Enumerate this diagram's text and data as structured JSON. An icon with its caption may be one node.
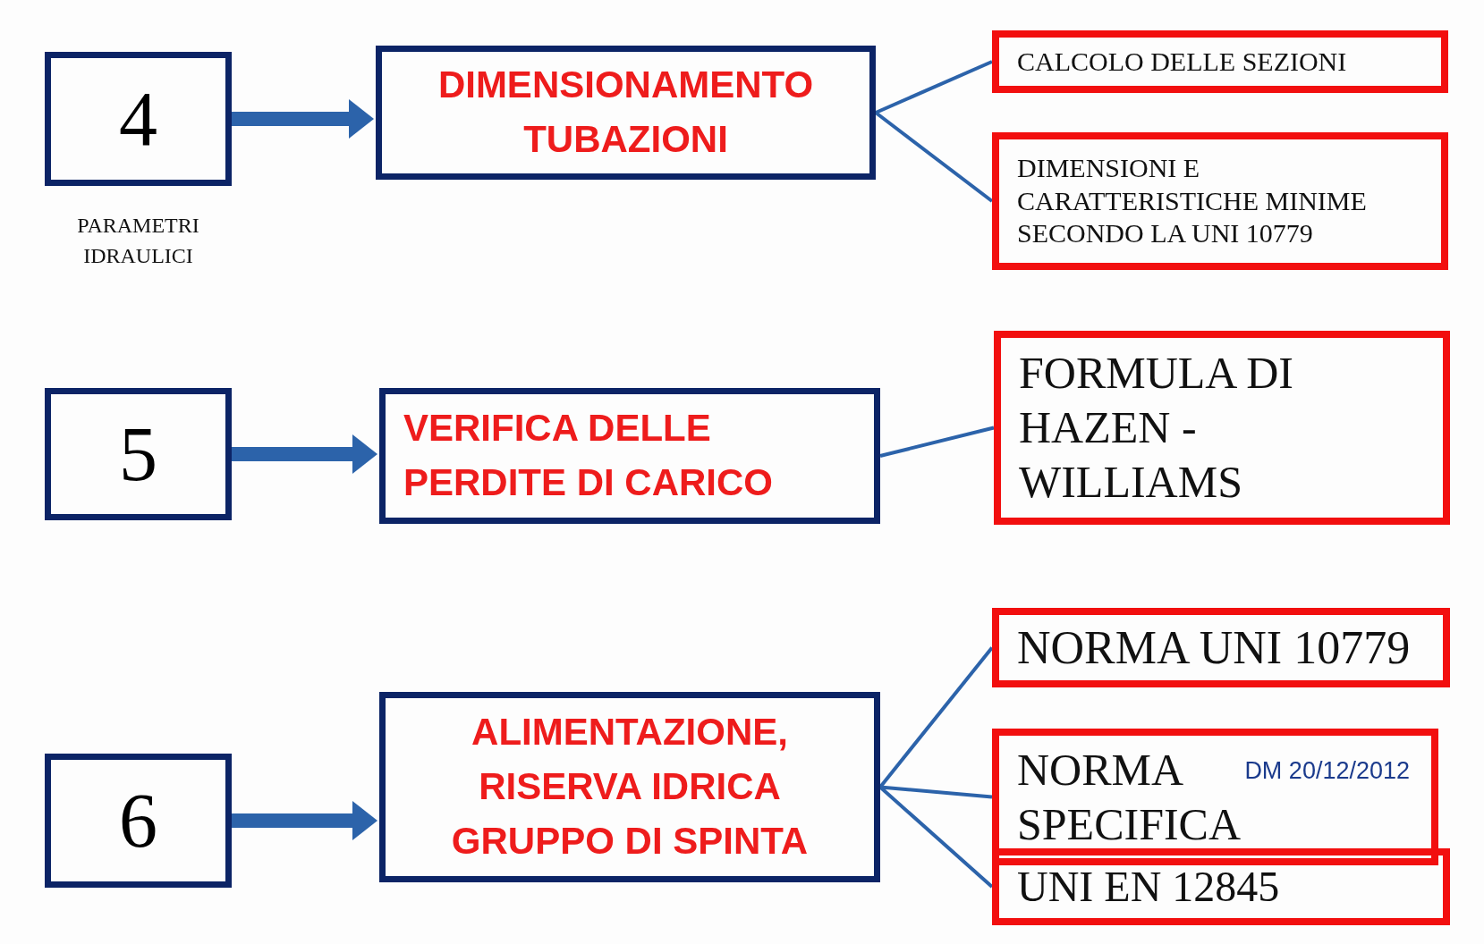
{
  "diagram": {
    "nodes": [
      {
        "text": [
          "4"
        ],
        "beside": [
          "PARAMETRI IDRAULICI"
        ]
      },
      {
        "text": [
          "DIMENSIONAMENTO TUBAZIONI"
        ]
      },
      {
        "text": [
          "CALCOLO  DELLE SEZIONI"
        ]
      },
      {
        "text": [
          "DIMENSIONI E CARATTERISTICHE MINIME SECONDO LA UNI 10779"
        ]
      },
      {
        "text": [
          "5"
        ]
      },
      {
        "text": [
          "VERIFICA DELLE PERDITE DI CARICO"
        ]
      },
      {
        "text": [
          "FORMULA DI HAZEN - WILLIAMS"
        ]
      },
      {
        "text": [
          "6"
        ]
      },
      {
        "text": [
          "ALIMENTAZIONE, RISERVA IDRICA GRUPPO DI SPINTA"
        ]
      },
      {
        "text": [
          "NORMA UNI 10779"
        ]
      },
      {
        "text": [
          "NORMA SPECIFICA",
          "DM 20/12/2012"
        ]
      },
      {
        "text": [
          "UNI EN 12845"
        ]
      }
    ],
    "edges": [
      {
        "from": 0,
        "to": 1,
        "arrow": "to",
        "style": "thick"
      },
      {
        "from": 1,
        "to": 2,
        "arrow": "none"
      },
      {
        "from": 1,
        "to": 3,
        "arrow": "none"
      },
      {
        "from": 4,
        "to": 5,
        "arrow": "to",
        "style": "thick"
      },
      {
        "from": 5,
        "to": 6,
        "arrow": "none"
      },
      {
        "from": 7,
        "to": 8,
        "arrow": "to",
        "style": "thick"
      },
      {
        "from": 8,
        "to": 9,
        "arrow": "none"
      },
      {
        "from": 8,
        "to": 10,
        "arrow": "none"
      },
      {
        "from": 8,
        "to": 11,
        "arrow": "none"
      }
    ]
  }
}
